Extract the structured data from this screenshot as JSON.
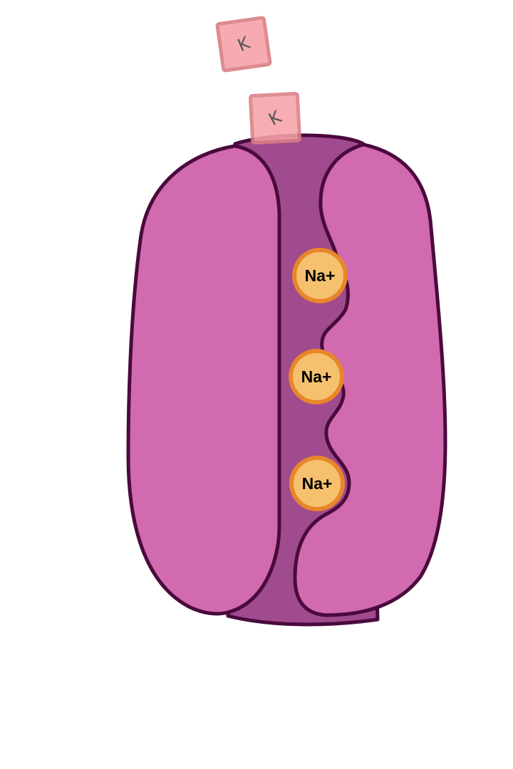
{
  "diagram": {
    "colors": {
      "background": "#ffffff",
      "protein_lobe": "#d16aae",
      "channel": "#a04b8e",
      "outline": "#4a0a3c",
      "sodium_fill": "#f5c16e",
      "sodium_ring": "#e8862a",
      "potassium_fill": "#f7a3a8",
      "potassium_border": "#d97f86",
      "potassium_text": "#555555"
    },
    "potassium_ions": [
      {
        "label": "K",
        "rotation_deg": -15
      },
      {
        "label": "K",
        "rotation_deg": -25
      }
    ],
    "sodium_ions": [
      {
        "label": "Na+"
      },
      {
        "label": "Na+"
      },
      {
        "label": "Na+"
      }
    ]
  }
}
